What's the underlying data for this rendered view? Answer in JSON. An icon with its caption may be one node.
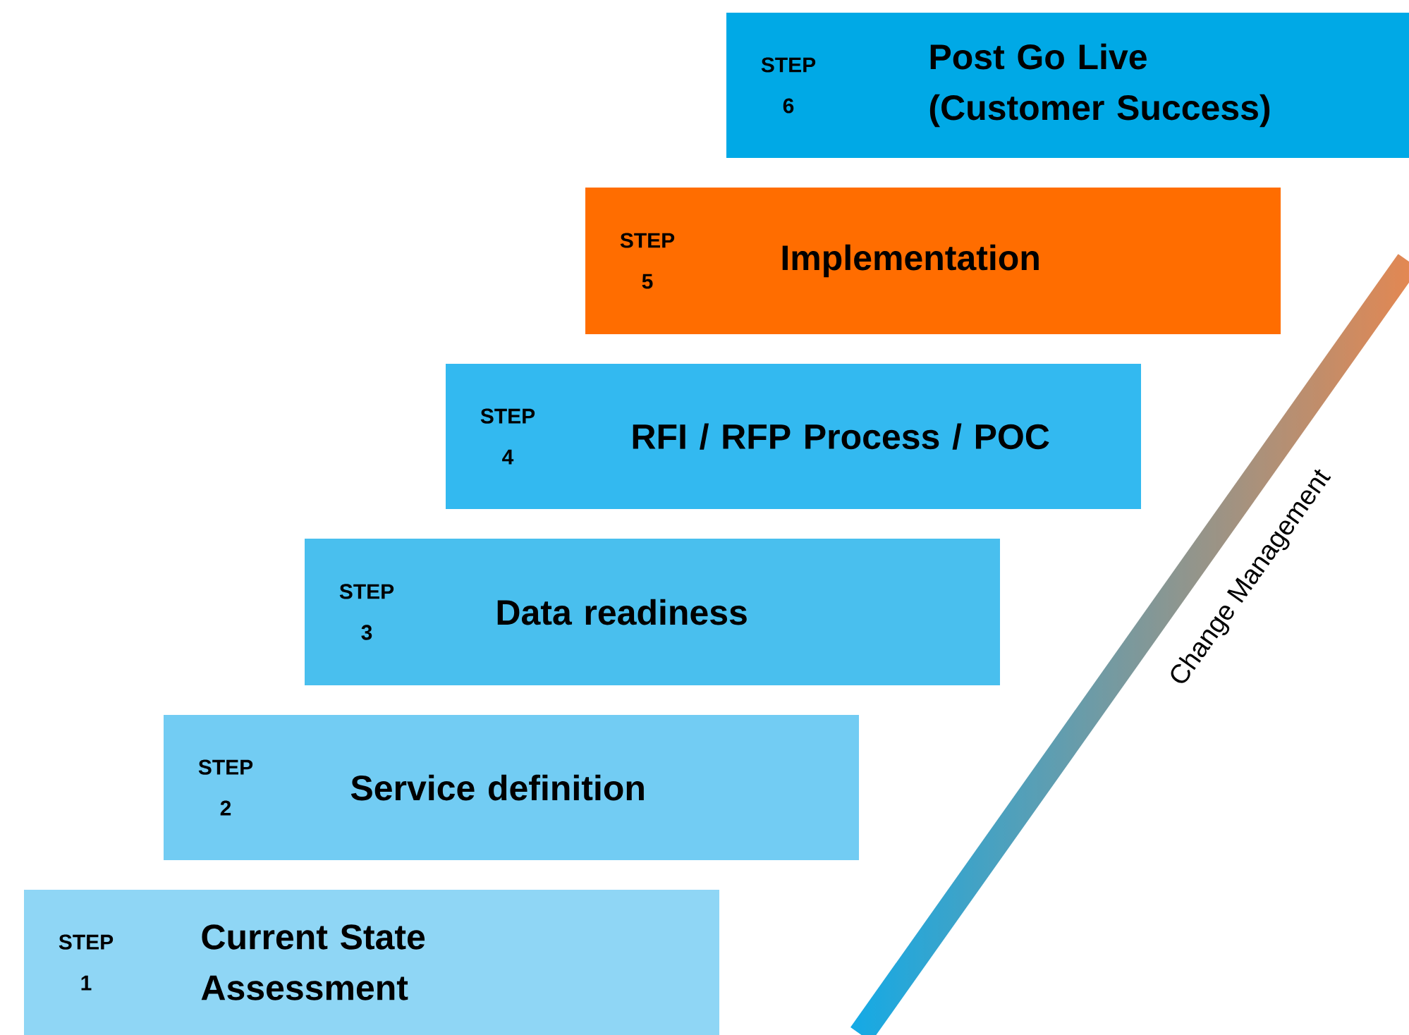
{
  "diagram": {
    "nodes": [
      {
        "text": [
          "STEP 1",
          "Current State Assessment"
        ]
      },
      {
        "text": [
          "STEP 2",
          "Service definition"
        ]
      },
      {
        "text": [
          "STEP 3",
          "Data readiness"
        ]
      },
      {
        "text": [
          "STEP 4",
          "RFI / RFP Process / POC"
        ]
      },
      {
        "text": [
          "STEP 5",
          "Implementation"
        ]
      },
      {
        "text": [
          "STEP 6",
          "Post Go Live (Customer Success)"
        ]
      }
    ],
    "labels": [
      "Change Management"
    ]
  }
}
